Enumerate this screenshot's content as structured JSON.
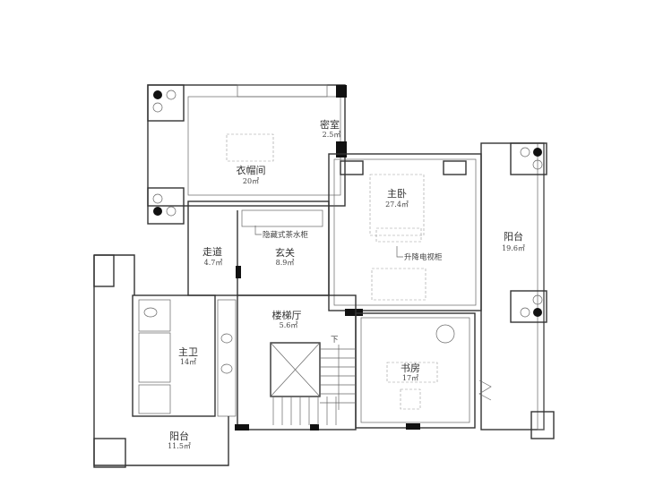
{
  "plan": {
    "rooms": [
      {
        "id": "secret-room",
        "name": "密室",
        "area": "2.5㎡"
      },
      {
        "id": "cloakroom",
        "name": "衣帽间",
        "area": "20㎡"
      },
      {
        "id": "master-bedroom",
        "name": "主卧",
        "area": "27.4㎡"
      },
      {
        "id": "balcony-east",
        "name": "阳台",
        "area": "19.6㎡"
      },
      {
        "id": "corridor",
        "name": "走道",
        "area": "4.7㎡"
      },
      {
        "id": "foyer",
        "name": "玄关",
        "area": "8.9㎡"
      },
      {
        "id": "stair-hall",
        "name": "楼梯厅",
        "area": "5.6㎡"
      },
      {
        "id": "master-bath",
        "name": "主卫",
        "area": "14㎡"
      },
      {
        "id": "study",
        "name": "书房",
        "area": "17㎡"
      },
      {
        "id": "balcony-west",
        "name": "阳台",
        "area": "11.5㎡"
      }
    ],
    "notes": {
      "tea_cabinet": "隐藏式茶水柜",
      "tv_cabinet": "升降电视柜",
      "stairs_down": "下"
    }
  }
}
